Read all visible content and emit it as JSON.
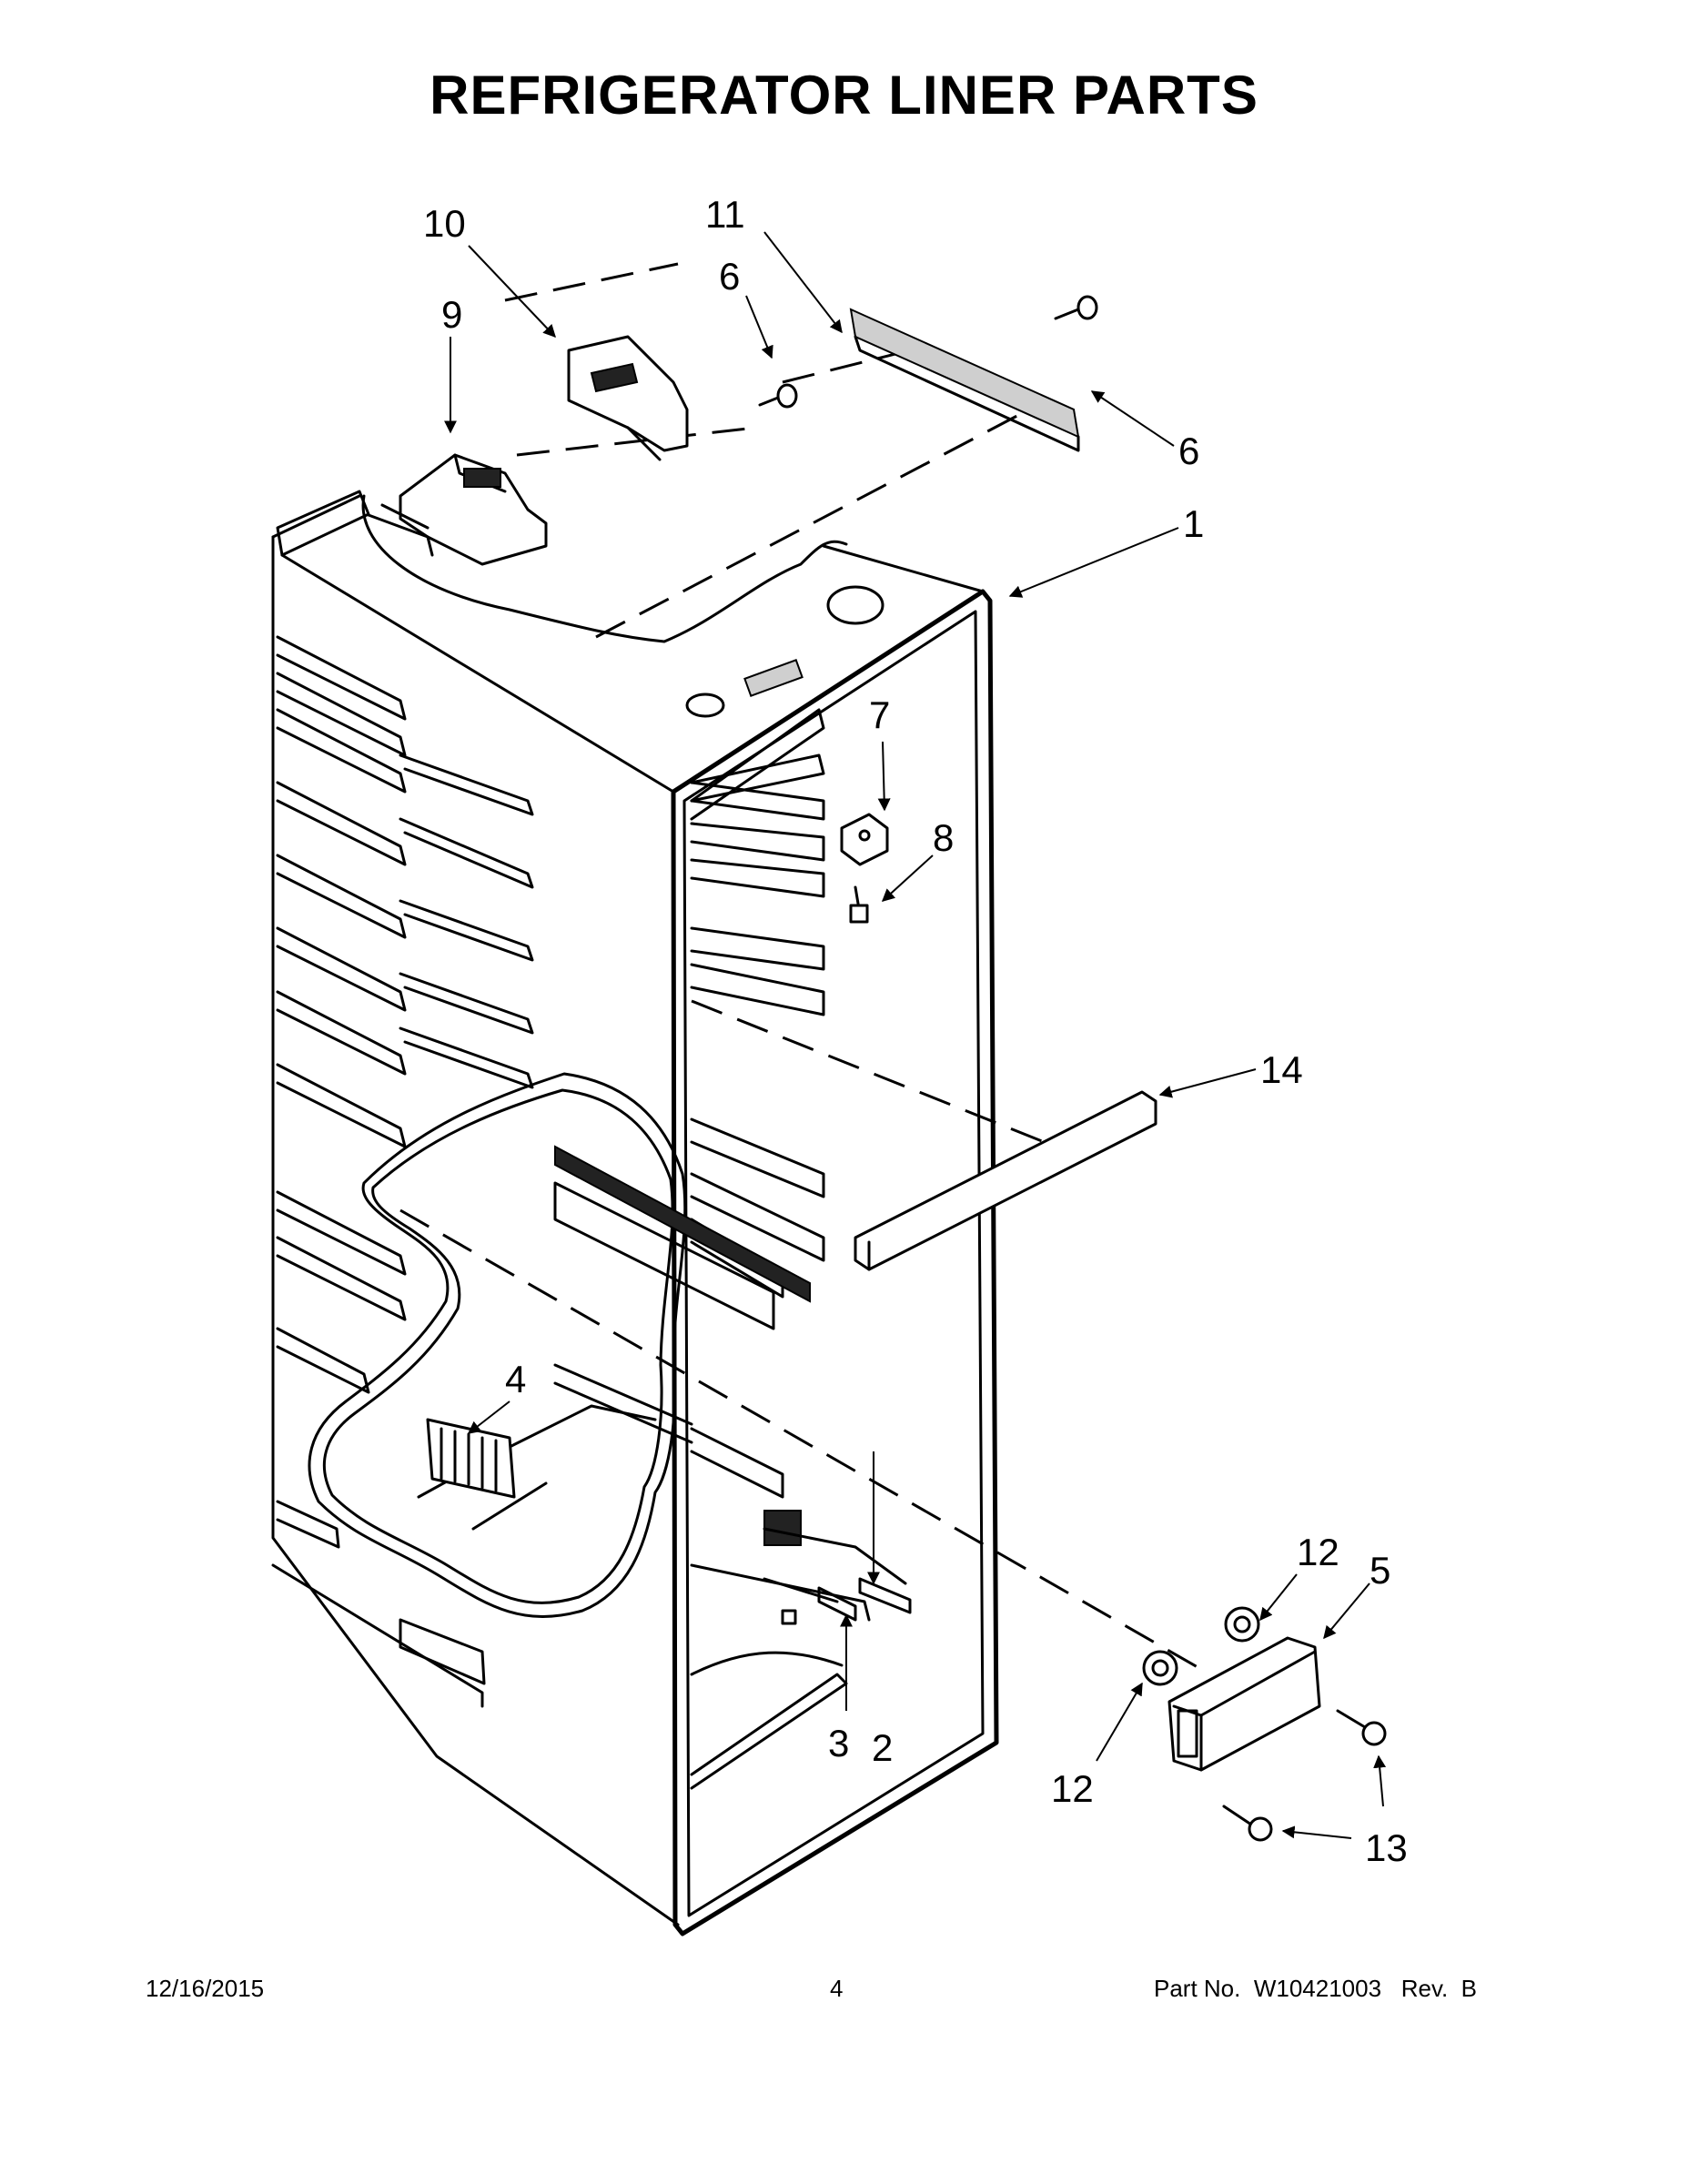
{
  "title": "REFRIGERATOR LINER PARTS",
  "callouts": [
    "1",
    "2",
    "3",
    "4",
    "5",
    "6",
    "6",
    "7",
    "8",
    "9",
    "10",
    "11",
    "12",
    "12",
    "13",
    "14"
  ],
  "footer": {
    "date": "12/16/2015",
    "page": "4",
    "part_no": "Part No.  W10421003   Rev.  B"
  }
}
